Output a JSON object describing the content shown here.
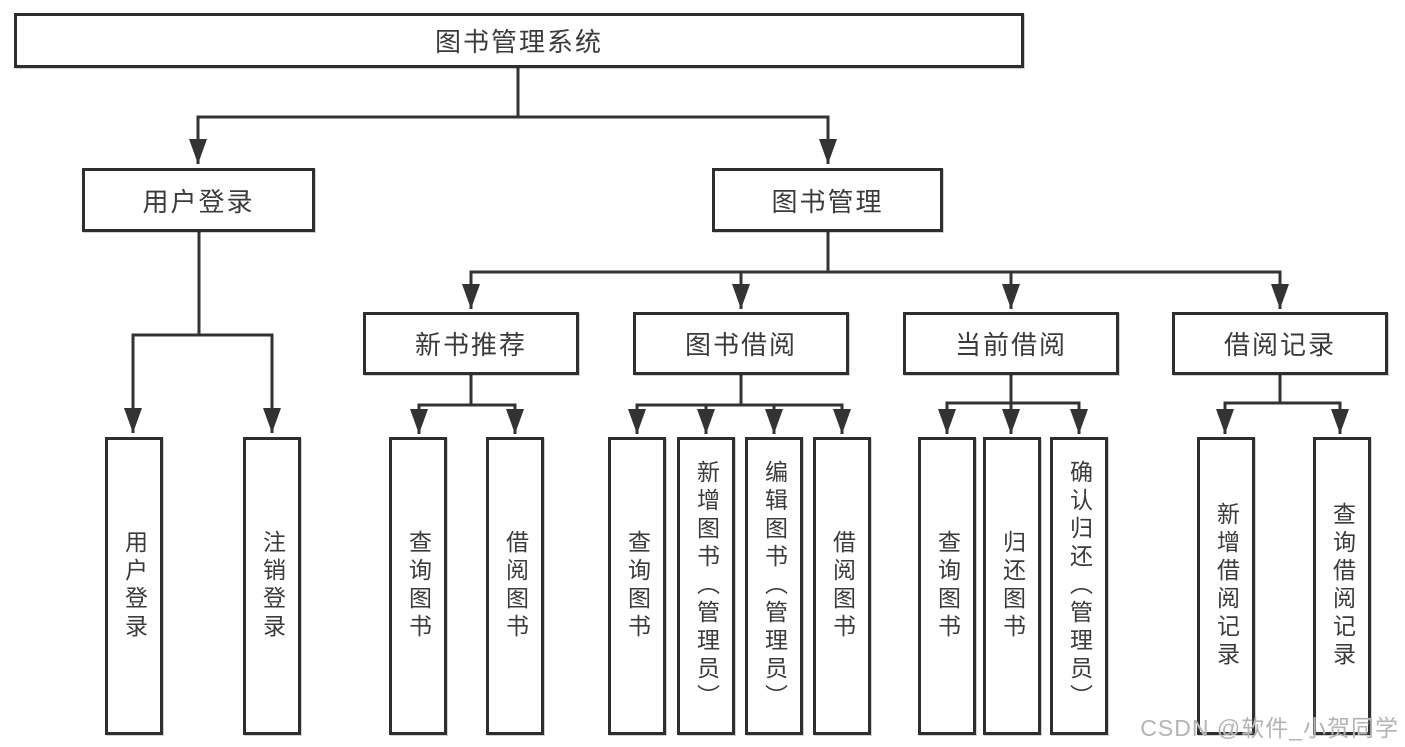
{
  "tree": {
    "root": "图书管理系统",
    "level2": [
      "用户登录",
      "图书管理"
    ],
    "level3": [
      "新书推荐",
      "图书借阅",
      "当前借阅",
      "借阅记录"
    ],
    "leaves": {
      "user_login": [
        "用户登录",
        "注销登录"
      ],
      "recommend": [
        "查询图书",
        "借阅图书"
      ],
      "borrow": [
        "查询图书",
        "新增图书（管理员）",
        "编辑图书（管理员）",
        "借阅图书"
      ],
      "current": [
        "查询图书",
        "归还图书",
        "确认归还（管理员）"
      ],
      "records": [
        "新增借阅记录",
        "查询借阅记录"
      ]
    }
  },
  "watermark": "CSDN @软件_小贺同学",
  "colors": {
    "line": "#333333",
    "border": "#2e2e2e",
    "text": "#3b3b3b",
    "background": "#ffffff",
    "watermark": "#b4b4b4"
  }
}
